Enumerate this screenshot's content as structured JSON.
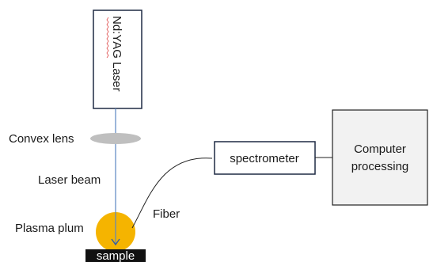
{
  "laser": {
    "label": "Nd:YAG Laser"
  },
  "lens": {
    "label": "Convex lens"
  },
  "beam": {
    "label": "Laser beam"
  },
  "plasma": {
    "label": "Plasma plum"
  },
  "sample": {
    "label": "sample"
  },
  "fiber": {
    "label": "Fiber"
  },
  "spectrometer": {
    "label": "spectrometer"
  },
  "computer": {
    "line1": "Computer",
    "line2": "processing"
  },
  "colors": {
    "box_border": "#1f2a44",
    "beam": "#5b85c2",
    "lens": "#bfbfbf",
    "plasma": "#f5b400",
    "sample_bg": "#111111",
    "computer_bg": "#f2f2f2",
    "fiber": "#222222",
    "squiggle": "#e05050"
  }
}
